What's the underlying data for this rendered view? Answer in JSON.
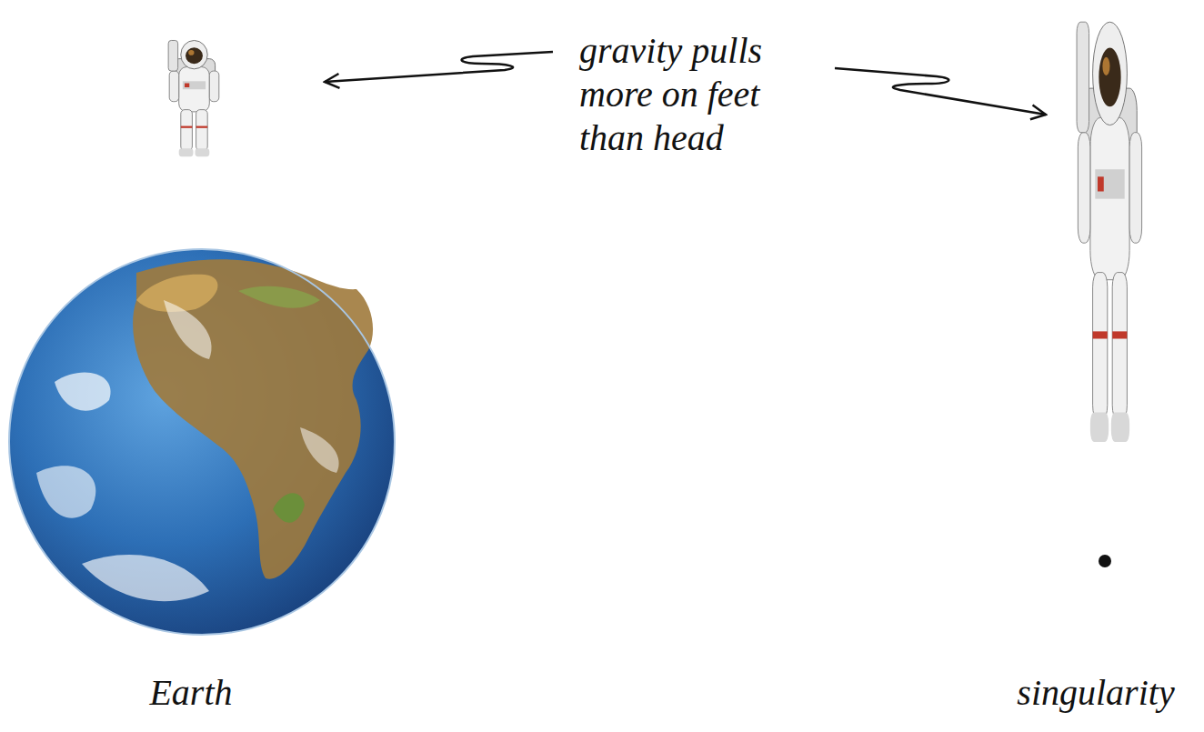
{
  "diagram": {
    "labels": [
      "gravity pulls more on feet than head",
      "Earth",
      "singularity"
    ]
  }
}
